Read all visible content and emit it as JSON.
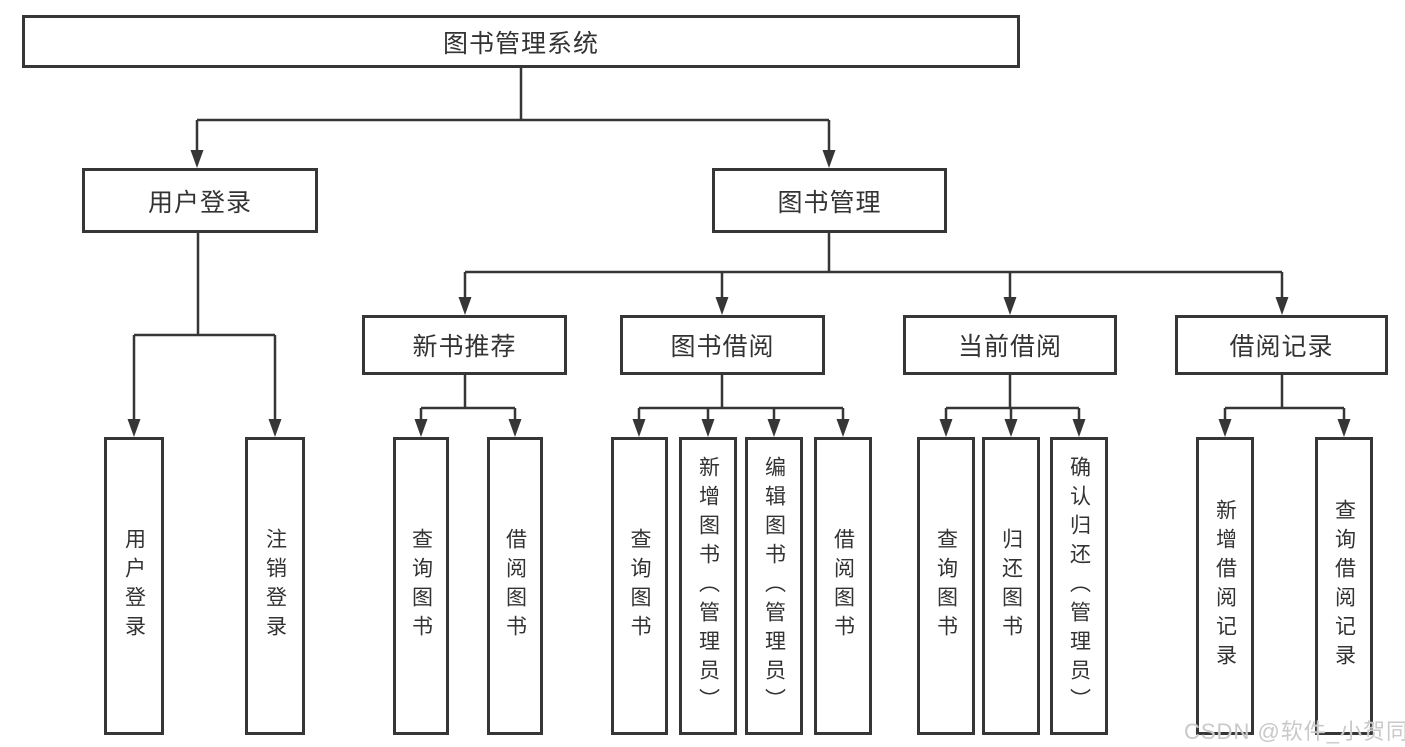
{
  "diagram": {
    "title": "图书管理系统",
    "root": {
      "label": "图书管理系统"
    },
    "level2": [
      {
        "id": "user-login",
        "label": "用户登录"
      },
      {
        "id": "book-management",
        "label": "图书管理"
      }
    ],
    "level3": [
      {
        "id": "new-book-recommend",
        "label": "新书推荐",
        "parent": "图书管理"
      },
      {
        "id": "book-borrow",
        "label": "图书借阅",
        "parent": "图书管理"
      },
      {
        "id": "current-borrow",
        "label": "当前借阅",
        "parent": "图书管理"
      },
      {
        "id": "borrow-records",
        "label": "借阅记录",
        "parent": "图书管理"
      }
    ],
    "leaves": [
      {
        "label": "用户登录",
        "parent": "用户登录"
      },
      {
        "label": "注销登录",
        "parent": "用户登录"
      },
      {
        "label": "查询图书",
        "parent": "新书推荐"
      },
      {
        "label": "借阅图书",
        "parent": "新书推荐"
      },
      {
        "label": "查询图书",
        "parent": "图书借阅"
      },
      {
        "label": "新增图书（管理员）",
        "parent": "图书借阅"
      },
      {
        "label": "编辑图书（管理员）",
        "parent": "图书借阅"
      },
      {
        "label": "借阅图书",
        "parent": "图书借阅"
      },
      {
        "label": "查询图书",
        "parent": "当前借阅"
      },
      {
        "label": "归还图书",
        "parent": "当前借阅"
      },
      {
        "label": "确认归还（管理员）",
        "parent": "当前借阅"
      },
      {
        "label": "新增借阅记录",
        "parent": "借阅记录"
      },
      {
        "label": "查询借阅记录",
        "parent": "借阅记录"
      }
    ]
  },
  "watermark": "CSDN @软件_小贺同学",
  "colors": {
    "line": "#363636",
    "border": "#363636",
    "text": "#333333",
    "watermark": "#c9c9c9",
    "background": "#ffffff"
  }
}
